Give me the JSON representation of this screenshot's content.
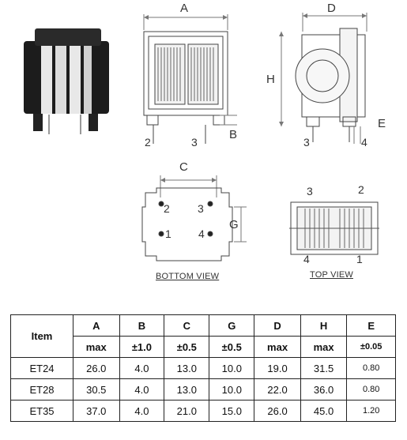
{
  "drawing": {
    "dim_labels": {
      "a": "A",
      "b": "B",
      "c": "C",
      "d": "D",
      "e": "E",
      "g": "G",
      "h": "H"
    },
    "side_view_pins": {
      "left": "2",
      "right": "3"
    },
    "end_view_pins": {
      "left": "3",
      "right": "4"
    },
    "bottom_view_pins": {
      "p1": "1",
      "p2": "2",
      "p3": "3",
      "p4": "4"
    },
    "top_view_pins": {
      "p1": "1",
      "p2": "2",
      "p3": "3",
      "p4": "4"
    },
    "bottom_view_caption": "BOTTOM VIEW",
    "top_view_caption": "TOP VIEW"
  },
  "table": {
    "item_header": "Item",
    "columns": [
      {
        "name": "A",
        "tol": "max"
      },
      {
        "name": "B",
        "tol": "±1.0"
      },
      {
        "name": "C",
        "tol": "±0.5"
      },
      {
        "name": "G",
        "tol": "±0.5"
      },
      {
        "name": "D",
        "tol": "max"
      },
      {
        "name": "H",
        "tol": "max"
      },
      {
        "name": "E",
        "tol": "±0.05"
      }
    ],
    "rows": [
      {
        "item": "ET24",
        "values": [
          "26.0",
          "4.0",
          "13.0",
          "10.0",
          "19.0",
          "31.5",
          "0.80"
        ]
      },
      {
        "item": "ET28",
        "values": [
          "30.5",
          "4.0",
          "13.0",
          "10.0",
          "22.0",
          "36.0",
          "0.80"
        ]
      },
      {
        "item": "ET35",
        "values": [
          "37.0",
          "4.0",
          "21.0",
          "15.0",
          "26.0",
          "45.0",
          "1.20"
        ]
      }
    ]
  }
}
